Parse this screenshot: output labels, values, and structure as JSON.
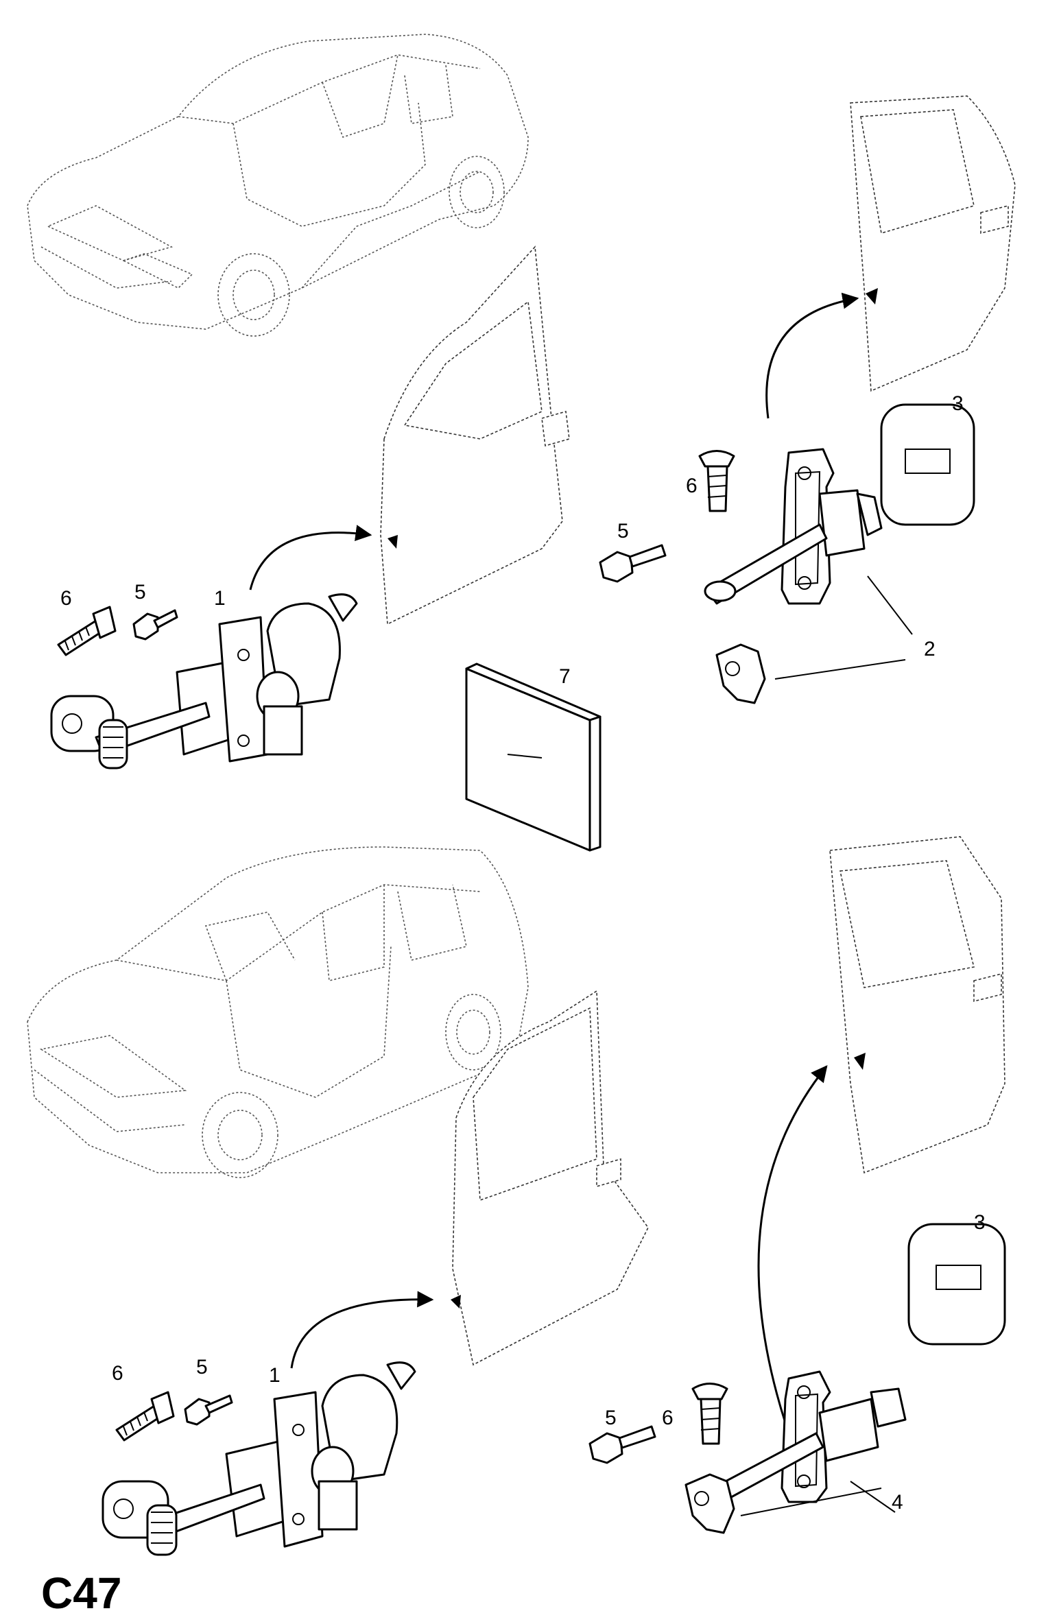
{
  "page_code": "C47",
  "callouts": {
    "top": {
      "part_1": "1",
      "part_2": "2",
      "part_3": "3",
      "part_5_left": "5",
      "part_5_right": "5",
      "part_6_left": "6",
      "part_6_right": "6",
      "part_7": "7"
    },
    "bottom": {
      "part_1": "1",
      "part_3": "3",
      "part_4": "4",
      "part_5_left": "5",
      "part_5_right": "5",
      "part_6_left": "6",
      "part_6_right": "6"
    }
  }
}
